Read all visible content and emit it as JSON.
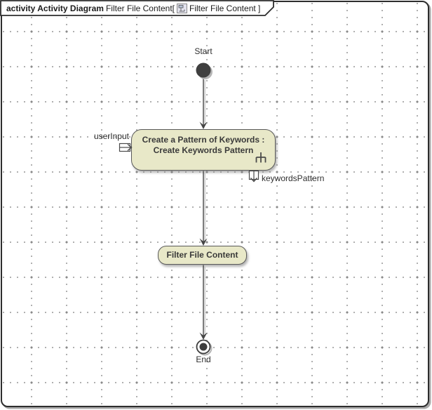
{
  "frame": {
    "title_keyword": "activity Activity Diagram",
    "title_name": "Filter File Content[",
    "title_context": "Filter File Content ]",
    "tab_icon": "activity-diagram-icon"
  },
  "diagram": {
    "start": {
      "label": "Start"
    },
    "action_create_pattern": {
      "name_line1": "Create a Pattern of Keywords :",
      "name_line2": "Create Keywords Pattern",
      "icon": "rake-icon"
    },
    "input_pin": {
      "label": "userInput"
    },
    "output_pin": {
      "label": "keywordsPattern"
    },
    "action_filter": {
      "label": "Filter File Content"
    },
    "end": {
      "label": "End"
    }
  },
  "colors": {
    "action_fill": "#e8e8c8",
    "action_border": "#595959",
    "edge": "#454545",
    "edge_shadow": "#bdbdbd",
    "node_fill": "#3f3f3f",
    "text": "#2f2f2f",
    "grid_dot": "#9c9c9c",
    "frame_border": "#2d2d2d"
  }
}
